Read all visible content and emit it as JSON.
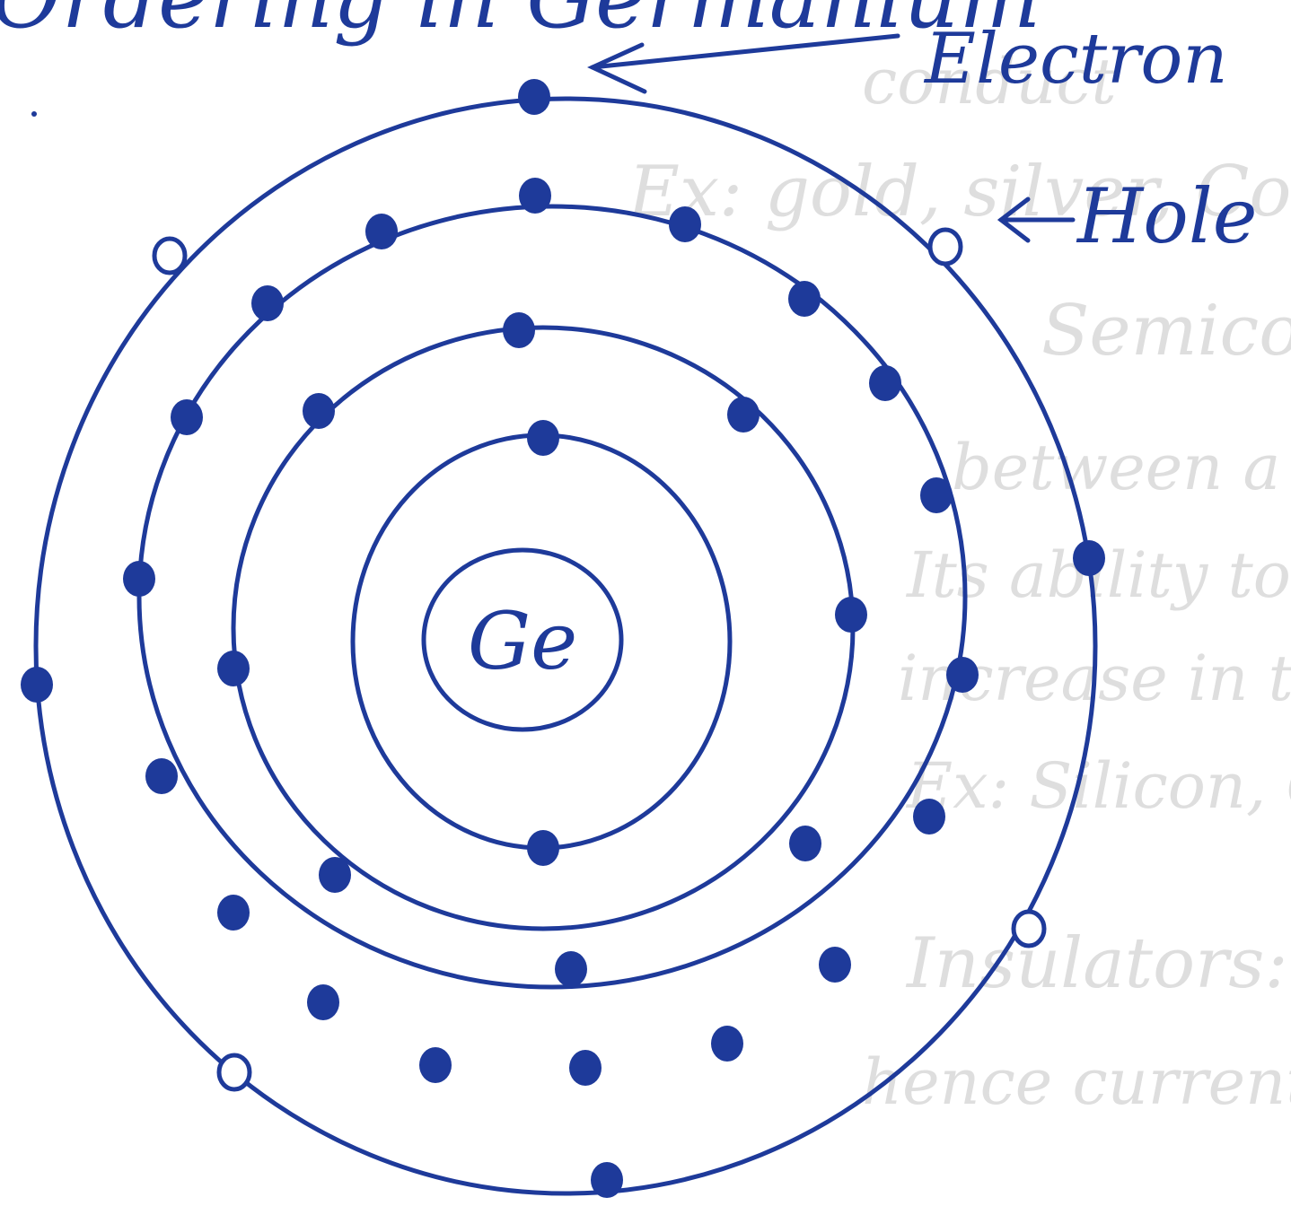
{
  "heading_fragment": "Ordering in Germanium",
  "labels": {
    "electron": "Electron",
    "hole": "Hole",
    "nucleus": "Ge"
  },
  "colors": {
    "ink": "#1e3a9a",
    "paper": "#ffffff",
    "bleed_through": "#dcdcdc"
  },
  "shells": [
    {
      "shell": 1,
      "electrons": 2,
      "holes": 0
    },
    {
      "shell": 2,
      "electrons": 8,
      "holes": 0
    },
    {
      "shell": 3,
      "electrons": 18,
      "holes": 0
    },
    {
      "shell": 4,
      "electrons": 4,
      "holes": 4
    }
  ],
  "bleed_through_text": [
    "conduct",
    "Ex: gold, silver, Copper",
    "Semiconductors: Semicond",
    "between a conductor and",
    "Its ability to conduct",
    "increase in temperature",
    "Ex: Silicon, Germanium",
    "Insulators: These materials",
    "hence current doesnot"
  ]
}
